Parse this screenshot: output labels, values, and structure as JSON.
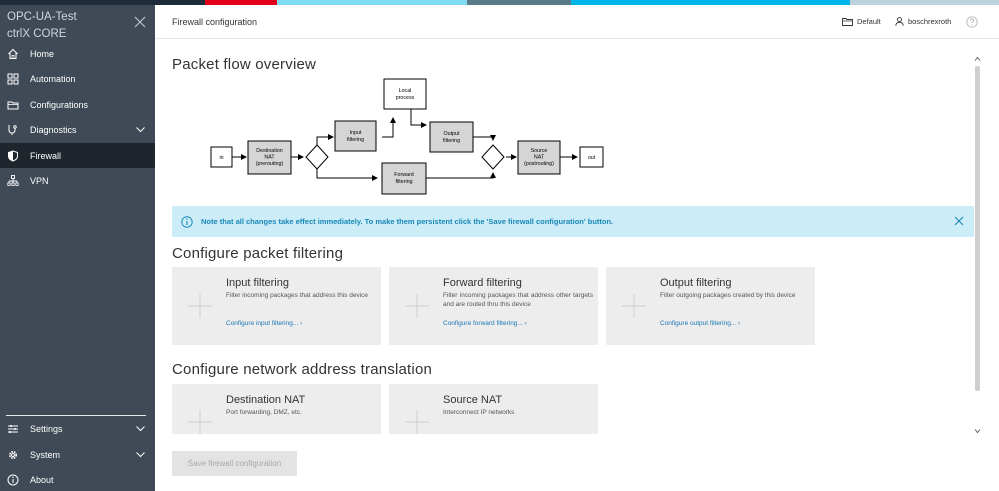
{
  "colors": {
    "strip": [
      "#1e2b3a",
      "#e3001b",
      "#7fdcf2",
      "#5a7a88",
      "#00b6e8",
      "#bcd3de"
    ],
    "sidebar_bg": "#3f4a56",
    "sidebar_active": "#1e252d",
    "banner_bg": "#ccecf8",
    "banner_text": "#1a88b8",
    "link": "#1b78b5"
  },
  "app": {
    "line1": "OPC-UA-Test",
    "line2": "ctrlX CORE"
  },
  "sidebar": {
    "items": [
      {
        "label": "Home",
        "icon": "home-icon"
      },
      {
        "label": "Automation",
        "icon": "automation-icon"
      },
      {
        "label": "Configurations",
        "icon": "folder-icon"
      },
      {
        "label": "Diagnostics",
        "icon": "diagnostics-icon"
      },
      {
        "label": "Firewall",
        "icon": "shield-icon"
      },
      {
        "label": "VPN",
        "icon": "network-icon"
      }
    ],
    "bottom_items": [
      {
        "label": "Settings",
        "icon": "sliders-icon"
      },
      {
        "label": "System",
        "icon": "gear-icon"
      },
      {
        "label": "About",
        "icon": "info-icon"
      }
    ]
  },
  "header": {
    "title": "Firewall configuration",
    "config": "Default",
    "user": "boschrexroth"
  },
  "main": {
    "flow_title": "Packet flow overview",
    "flow": {
      "in": "in",
      "dnat": [
        "Destination",
        "NAT",
        "(prerouting)"
      ],
      "input": [
        "Input",
        "filtering"
      ],
      "local": [
        "Local",
        "process"
      ],
      "output": [
        "Output",
        "filtering"
      ],
      "forward": [
        "Forward",
        "filtering"
      ],
      "snat": [
        "Source",
        "NAT",
        "(postrouting)"
      ],
      "out": "out"
    },
    "banner": "Note that all changes take effect immediately. To make them persistent click the 'Save firewall configuration' button.",
    "packet_title": "Configure packet filtering",
    "packet_cards": [
      {
        "title": "Input filtering",
        "desc": "Filter incoming packages that address this device",
        "link": "Configure input filtering... ›"
      },
      {
        "title": "Forward filtering",
        "desc": "Filter incoming packages that address other targets and are routed thru this device",
        "link": "Configure forward filtering... ›"
      },
      {
        "title": "Output filtering",
        "desc": "Filter outgoing packages created by this device",
        "link": "Configure output filtering... ›"
      }
    ],
    "nat_title": "Configure network address translation",
    "nat_cards": [
      {
        "title": "Destination NAT",
        "desc": "Port forwarding, DMZ, etc."
      },
      {
        "title": "Source NAT",
        "desc": "Interconnect IP networks"
      }
    ],
    "save_label": "Save firewall configuration"
  }
}
